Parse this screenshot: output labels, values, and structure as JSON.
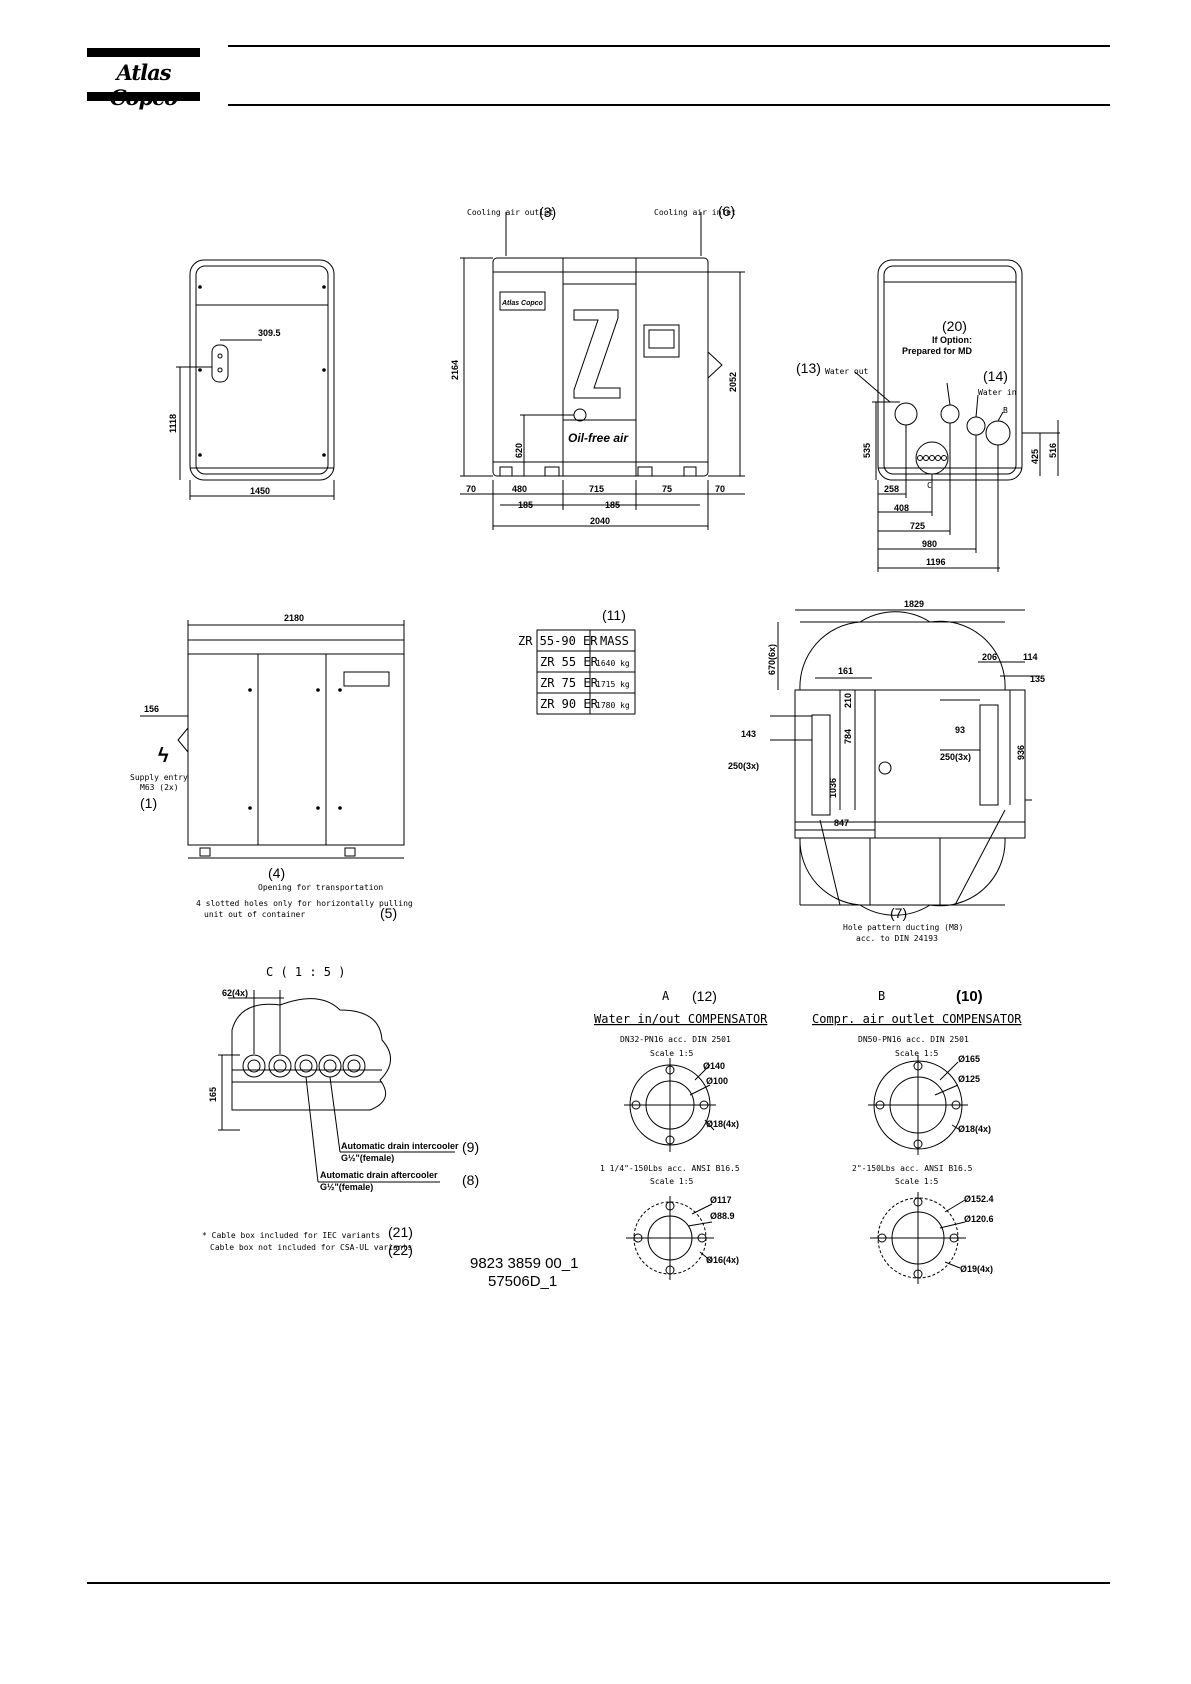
{
  "header": {
    "brand": "Atlas Copco"
  },
  "front_view": {
    "dim_width": "1450",
    "dim_height": "1118",
    "dim_offset": "309.5"
  },
  "main_view": {
    "cooling_outlet": "Cooling air outlet",
    "cooling_outlet_ref": "(3)",
    "cooling_inlet": "Cooling air inlet",
    "cooling_inlet_ref": "(6)",
    "dim_height_total": "2164",
    "dim_height_body": "2052",
    "dim_620": "620",
    "dims_bottom": [
      "70",
      "480",
      "715",
      "75",
      "70"
    ],
    "dims_bottom2": [
      "185",
      "185"
    ],
    "dim_total": "2040",
    "brand_plate": "Atlas Copco",
    "oil_free": "Oil-free air"
  },
  "rear_view": {
    "ref20": "(20)",
    "option_line1": "If Option:",
    "option_line2": "Prepared for MD",
    "ref13": "(13)",
    "water_out": "Water out",
    "ref14": "(14)",
    "water_in": "Water in",
    "label_b": "B",
    "label_c": "C",
    "dims_left": [
      "535"
    ],
    "dims_right": [
      "425",
      "516"
    ],
    "dims_bottom": [
      "258",
      "408",
      "725",
      "980",
      "1196"
    ]
  },
  "side_view": {
    "dim_width": "2180",
    "dim_156": "156",
    "supply_entry": "Supply entry",
    "supply_sub": "M63 (2x)",
    "ref1": "(1)",
    "ref4": "(4)",
    "opening": "Opening for transportation",
    "slotted": "4 slotted holes only for horizontally pulling",
    "slotted2": "unit out of container",
    "ref5": "(5)"
  },
  "mass_table": {
    "ref": "(11)",
    "header_left": "ZR 55-90 ER",
    "header_right": "MASS",
    "rows": [
      {
        "model": "ZR 55 ER",
        "mass": "1640 kg"
      },
      {
        "model": "ZR 75 ER",
        "mass": "1715 kg"
      },
      {
        "model": "ZR 90 ER",
        "mass": "1780 kg"
      }
    ]
  },
  "top_view": {
    "dim_1829": "1829",
    "dim_670": "670(6x)",
    "dim_161": "161",
    "dim_210": "210",
    "dim_784": "784",
    "dim_143": "143",
    "dim_250a": "250(3x)",
    "dim_1036": "1036",
    "dim_847": "847",
    "dim_206": "206",
    "dim_114": "114",
    "dim_135": "135",
    "dim_93": "93",
    "dim_250b": "250(3x)",
    "dim_936": "936",
    "ref7": "(7)",
    "hole_pattern": "Hole pattern ducting (M8)",
    "hole_pattern2": "acc. to DIN 24193"
  },
  "detail_c": {
    "title": "C ( 1 : 5 )",
    "dim_62": "62(4x)",
    "dim_165": "165",
    "drain_ic": "Automatic drain intercooler",
    "drain_ic2": "G½\"(female)",
    "ref9": "(9)",
    "drain_ac": "Automatic drain aftercooler",
    "drain_ac2": "G½\"(female)",
    "ref8": "(8)"
  },
  "notes": {
    "note1": "* Cable box included for IEC variants",
    "ref21": "(21)",
    "note2": "Cable box not included for CSA-UL variants",
    "ref22": "(22)",
    "code1": "9823 3859 00_1",
    "code2": "57506D_1"
  },
  "comp_a": {
    "letter": "A",
    "ref": "(12)",
    "title": "Water in/out COMPENSATOR",
    "std1": "DN32-PN16 acc. DIN 2501",
    "scale1": "Scale 1:5",
    "d1": "Ø140",
    "d2": "Ø100",
    "d3": "Ø18(4x)",
    "std2": "1 1/4\"-150Lbs acc. ANSI B16.5",
    "scale2": "Scale 1:5",
    "d4": "Ø117",
    "d5": "Ø88.9",
    "d6": "Ø16(4x)"
  },
  "comp_b": {
    "letter": "B",
    "ref": "(10)",
    "title": "Compr. air outlet COMPENSATOR",
    "std1": "DN50-PN16 acc. DIN 2501",
    "scale1": "Scale 1:5",
    "d1": "Ø165",
    "d2": "Ø125",
    "d3": "Ø18(4x)",
    "std2": "2\"-150Lbs acc. ANSI B16.5",
    "scale2": "Scale 1:5",
    "d4": "Ø152.4",
    "d5": "Ø120.6",
    "d6": "Ø19(4x)"
  }
}
